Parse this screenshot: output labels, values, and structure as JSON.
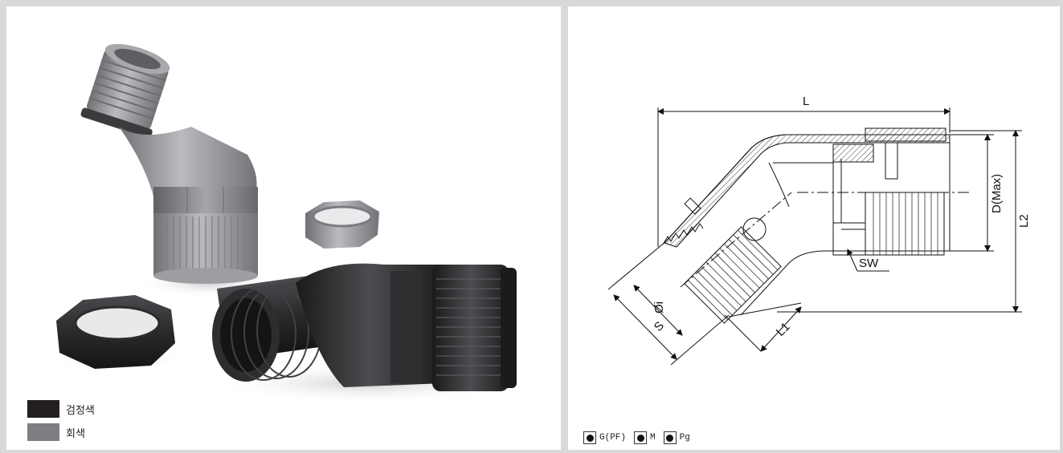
{
  "legend": [
    {
      "label": "검정색",
      "color": "#231f20"
    },
    {
      "label": "회색",
      "color": "#7d7f83"
    }
  ],
  "dimensions": {
    "L": "L",
    "D_max": "D(Max)",
    "L2": "L2",
    "SW": "SW",
    "phi_i": "Øi",
    "S": "S",
    "L1": "L1"
  },
  "thread_types": [
    {
      "label": "G(PF)",
      "selected": true
    },
    {
      "label": "M",
      "selected": true
    },
    {
      "label": "Pg",
      "selected": true
    }
  ],
  "colors": {
    "black_part": "#2a2a2c",
    "gray_part": "#8f9195",
    "hatch": "#555555"
  }
}
